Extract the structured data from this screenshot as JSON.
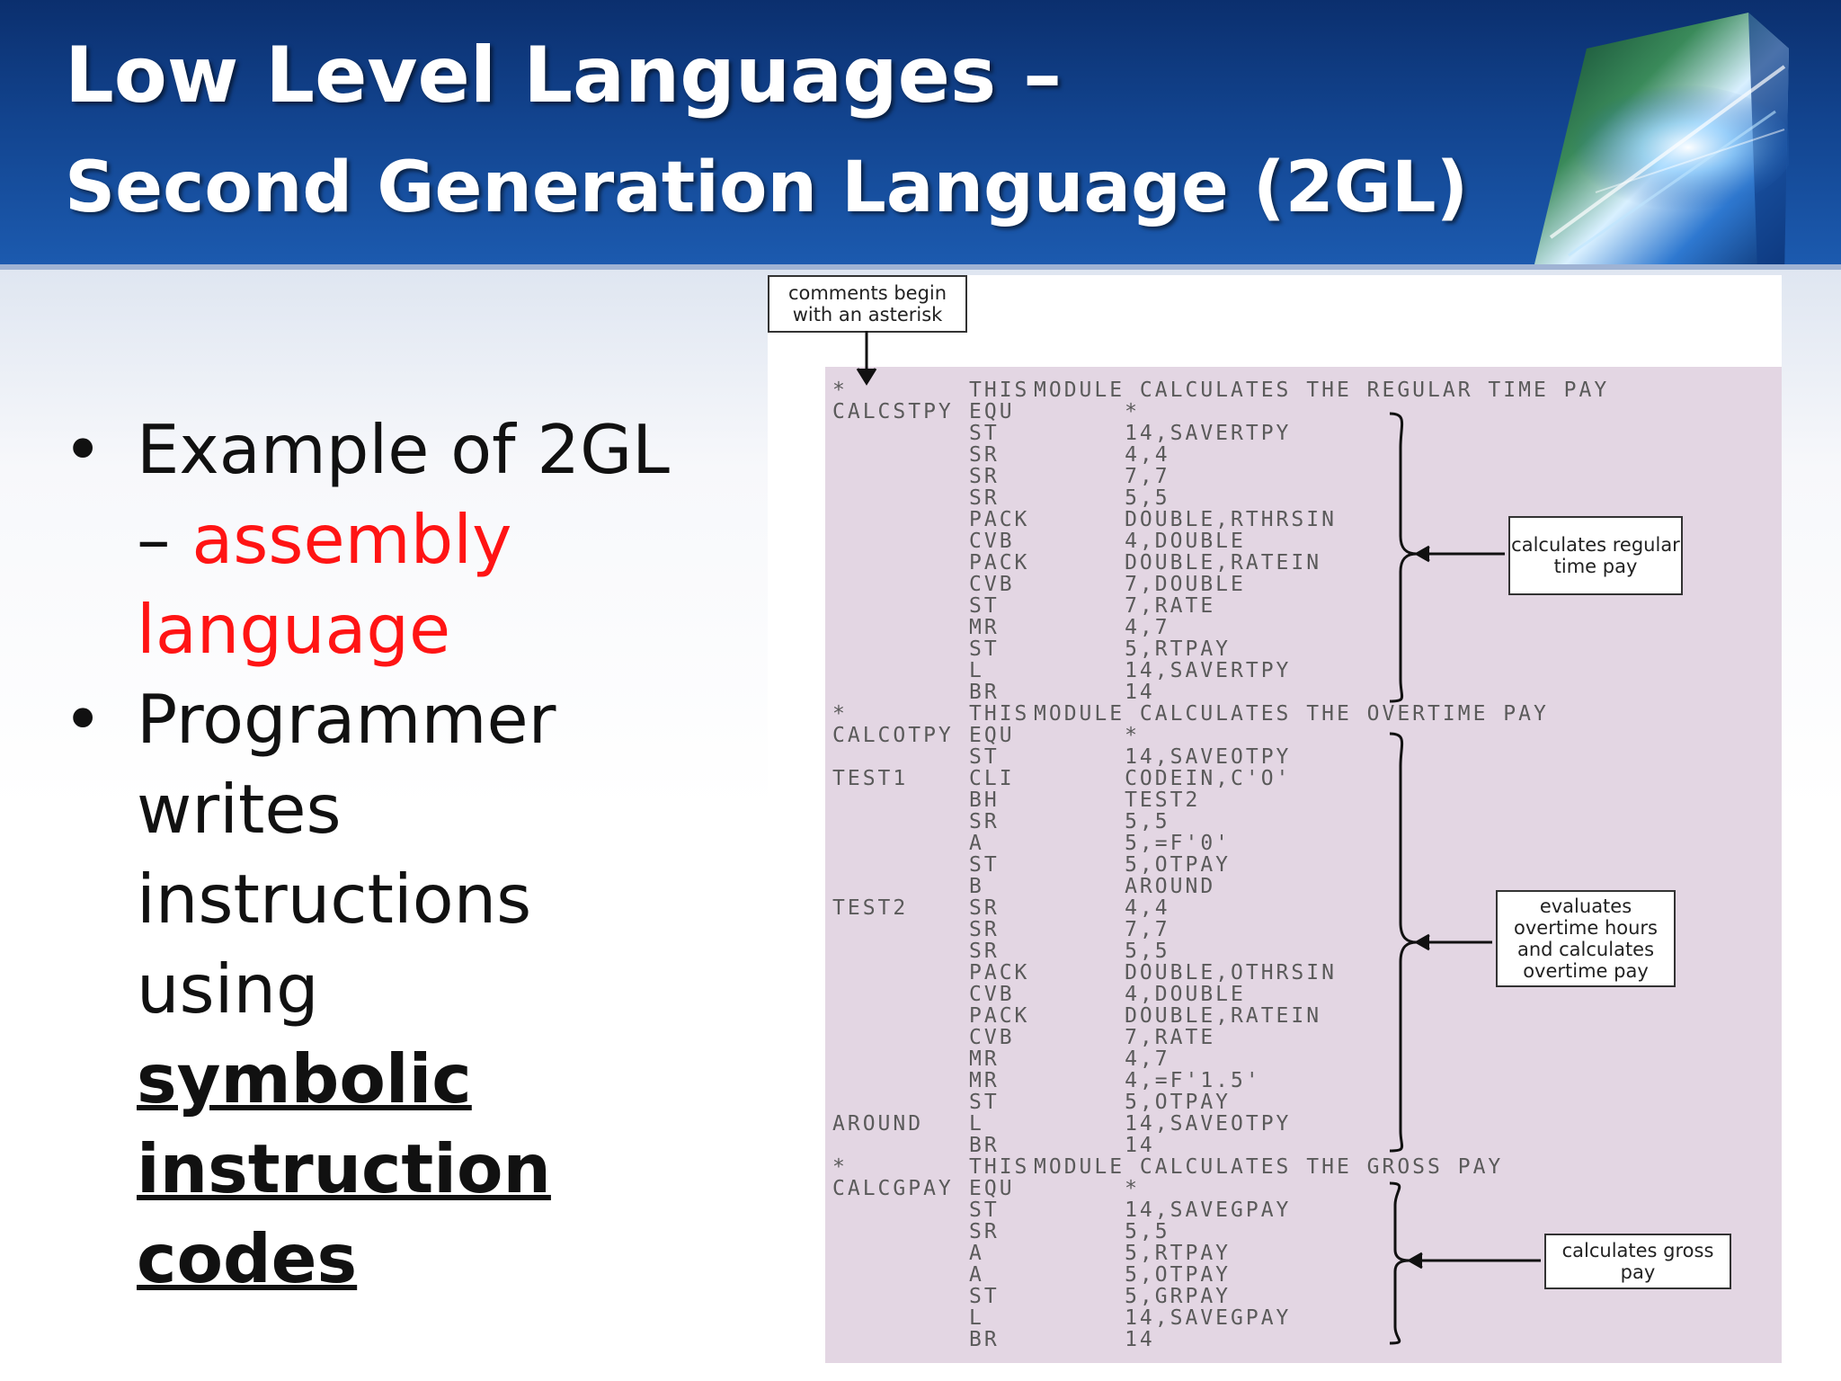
{
  "slide": {
    "title_line1": "Low Level Languages –",
    "title_line2": "Second Generation Language (2GL)",
    "bullets": [
      {
        "part1": "Example of 2GL",
        "part2": "– ",
        "part3": "assembly",
        "part4": "language"
      },
      {
        "part1": "Programmer",
        "part2": "writes",
        "part3": "instructions",
        "part4": "using ",
        "part5": "symbolic",
        "part6": "instruction",
        "part7": "codes"
      }
    ],
    "colors": {
      "header": "#12448f",
      "accent_red": "#ff1414",
      "listing_bg": "#e3d6e3"
    }
  },
  "figure": {
    "callouts": {
      "comments": "comments begin with an asterisk",
      "regular": "calculates regular time pay",
      "overtime": "evaluates overtime hours and calculates overtime pay",
      "gross": "calculates gross pay"
    },
    "code": {
      "labels": "*\nCALCSTPY\n\n\n\n\n\n\n\n\n\n\n\n\n\n*\nCALCOTPY\n\nTEST1\n\n\n\n\n\nTEST2\n\n\n\n\n\n\n\n\n\nAROUND\n\n*\nCALCGPAY\n\n\n\n\n\n\n",
      "ops": "THIS\nEQU\nST\nSR\nSR\nSR\nPACK\nCVB\nPACK\nCVB\nST\nMR\nST\nL\nBR\nTHIS\nEQU\nST\nCLI\nBH\nSR\nA\nST\nB\nSR\nSR\nSR\nPACK\nCVB\nPACK\nCVB\nMR\nMR\nST\nL\nBR\nTHIS\nEQU\nST\nSR\nA\nA\nST\nL\nBR",
      "operands": "MODULE CALCULATES THE REGULAR TIME PAY\n      *\n      14,SAVERTPY\n      4,4\n      7,7\n      5,5\n      DOUBLE,RTHRSIN\n      4,DOUBLE\n      DOUBLE,RATEIN\n      7,DOUBLE\n      7,RATE\n      4,7\n      5,RTPAY\n      14,SAVERTPY\n      14\nMODULE CALCULATES THE OVERTIME PAY\n      *\n      14,SAVEOTPY\n      CODEIN,C'O'\n      TEST2\n      5,5\n      5,=F'0'\n      5,OTPAY\n      AROUND\n      4,4\n      7,7\n      5,5\n      DOUBLE,OTHRSIN\n      4,DOUBLE\n      DOUBLE,RATEIN\n      7,RATE\n      4,7\n      4,=F'1.5'\n      5,OTPAY\n      14,SAVEOTPY\n      14\nMODULE CALCULATES THE GROSS PAY\n      *\n      14,SAVEGPAY\n      5,5\n      5,RTPAY\n      5,OTPAY\n      5,GRPAY\n      14,SAVEGPAY\n      14"
    }
  }
}
